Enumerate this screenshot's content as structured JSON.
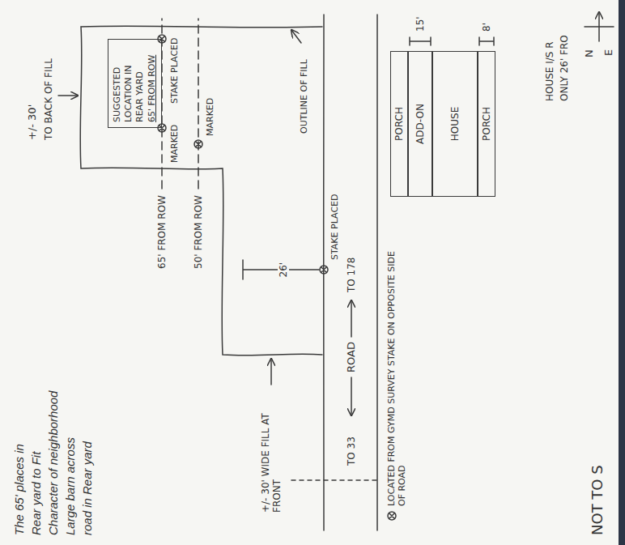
{
  "diagram": {
    "nodes": [
      {
        "text": [
          "SUGGESTED LOCATION IN REAR YARD",
          "65' FROM ROW"
        ]
      },
      {
        "text": [
          "PORCH"
        ]
      },
      {
        "text": [
          "ADD-ON"
        ]
      },
      {
        "text": [
          "HOUSE"
        ]
      },
      {
        "text": [
          "PORCH"
        ]
      }
    ],
    "labels": [
      "+/- 30'",
      "TO BACK OF FILL",
      "65' FROM ROW",
      "50' FROM ROW",
      "+/- 30' WIDE FILL AT FRONT",
      "OUTLINE OF FILL",
      "STAKE PLACED",
      "MARKED",
      "MARKED",
      "26'",
      "STAKE PLACED",
      "TO 33",
      "ROAD",
      "TO 178",
      "LOCATED FROM GYMD SURVEY STAKE ON OPPOSITE SIDE OF ROAD",
      "15'",
      "8'",
      "HOUSE I/S R",
      "ONLY 26' FRO",
      "NOT TO S",
      "N",
      "E",
      "The 65' places in",
      "Rear yard to Fit",
      "Character of neighborhood",
      "Large barn across",
      "road in Rear yard"
    ]
  }
}
